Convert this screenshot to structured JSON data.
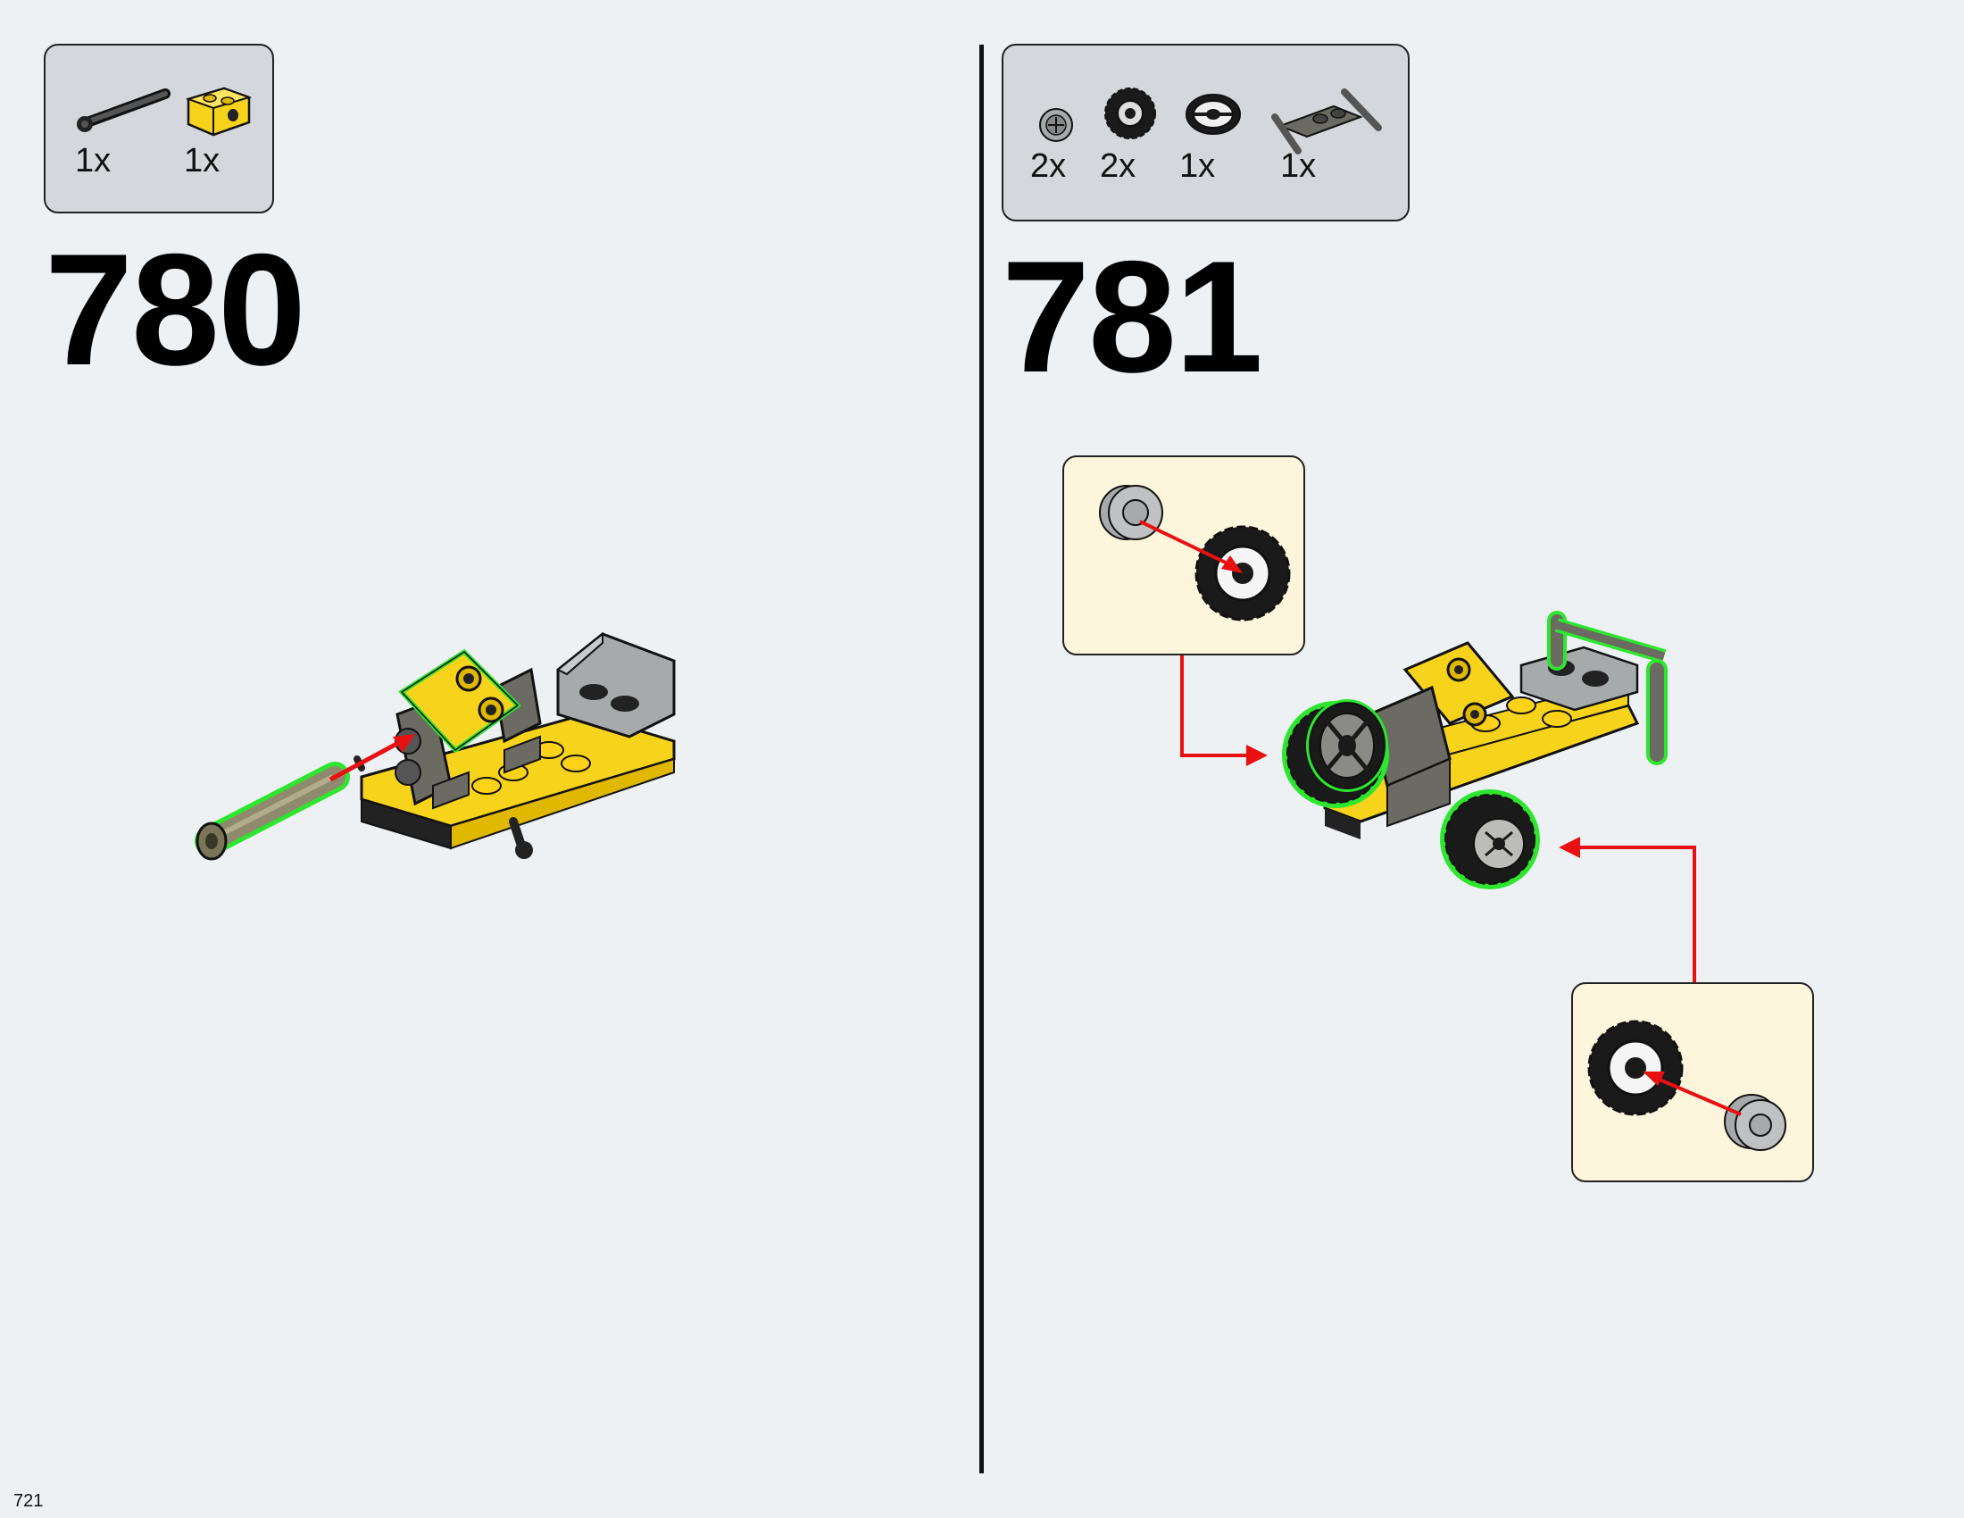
{
  "page": {
    "number": "721"
  },
  "steps": [
    {
      "number": "780",
      "parts": [
        {
          "icon": "technic-axle-pin-icon",
          "qty": "1x"
        },
        {
          "icon": "yellow-technic-brick-icon",
          "qty": "1x"
        }
      ]
    },
    {
      "number": "781",
      "parts": [
        {
          "icon": "wheel-hub-icon",
          "qty": "2x"
        },
        {
          "icon": "tire-icon",
          "qty": "2x"
        },
        {
          "icon": "steering-wheel-icon",
          "qty": "1x"
        },
        {
          "icon": "bar-holder-plate-icon",
          "qty": "1x"
        }
      ]
    }
  ],
  "colors": {
    "background": "#edf1f4",
    "parts_box": "#d4d8dc",
    "callout": "#fdf5dc",
    "highlight": "#2ee62e",
    "arrow": "#e81010",
    "brick_yellow": "#f7d31c",
    "dark_bluish_gray": "#6b6b63",
    "light_gray": "#a7aaab",
    "black": "#1a1a1a"
  }
}
